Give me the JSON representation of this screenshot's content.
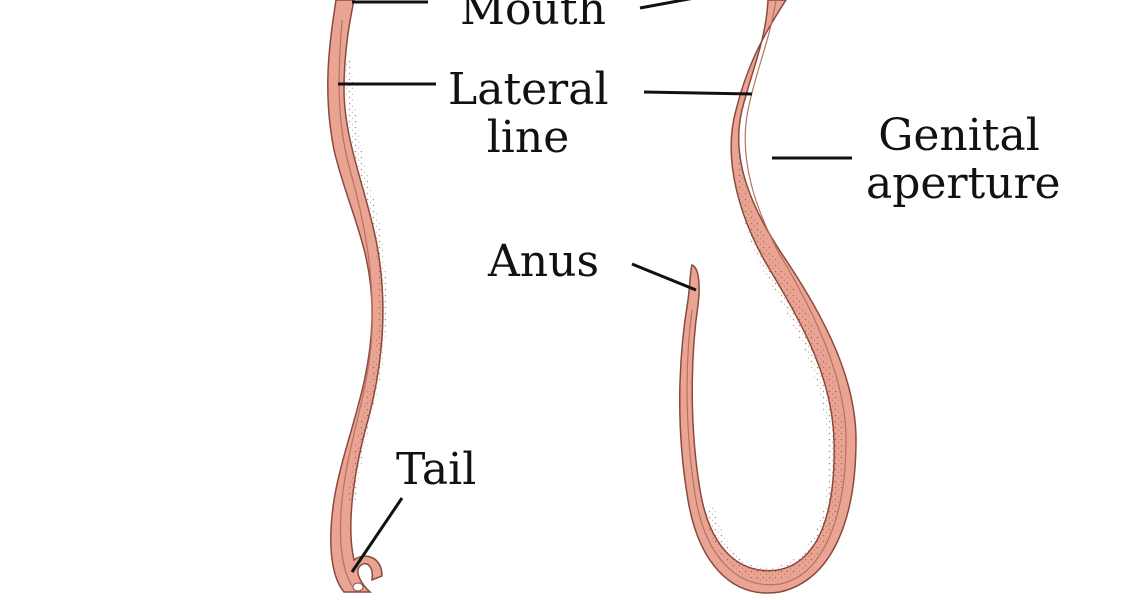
{
  "labels": {
    "mouth": "Mouth",
    "lateral_line_1": "Lateral",
    "lateral_line_2": "line",
    "genital_aperture_1": "Genital",
    "genital_aperture_2": "aperture",
    "anus": "Anus",
    "tail": "Tail"
  },
  "colors": {
    "worm_body": "#e9a493",
    "worm_outline": "#8a4a3e",
    "worm_shading": "#6b2e26",
    "leader_line": "#111111",
    "text": "#111111"
  }
}
